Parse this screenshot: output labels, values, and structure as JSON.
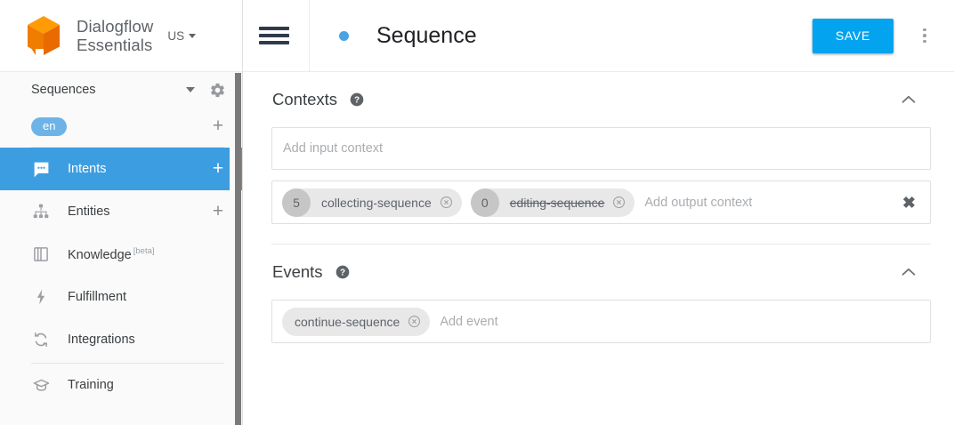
{
  "brand": {
    "name_line1": "Dialogflow",
    "name_line2": "Essentials",
    "region": "US",
    "logo_color_top": "#ff9800",
    "logo_color_left": "#f57c00",
    "logo_color_right": "#ef6c00"
  },
  "sidebar": {
    "agent_name": "Sequences",
    "language_chip": "en",
    "add_language_label": "+",
    "items": [
      {
        "label": "Intents",
        "icon": "speech-bubble-icon",
        "active": true,
        "has_add": true,
        "add_label": "+"
      },
      {
        "label": "Entities",
        "icon": "hierarchy-icon",
        "active": false,
        "has_add": true,
        "add_label": "+"
      },
      {
        "label": "Knowledge",
        "icon": "book-icon",
        "active": false,
        "has_add": false,
        "badge": "[beta]"
      },
      {
        "label": "Fulfillment",
        "icon": "lightning-bolt-icon",
        "active": false,
        "has_add": false
      },
      {
        "label": "Integrations",
        "icon": "sync-arrows-icon",
        "active": false,
        "has_add": false
      },
      {
        "label": "Training",
        "icon": "graduation-cap-icon",
        "active": false,
        "has_add": false
      }
    ],
    "active_color": "#3c9ee0",
    "chip_color": "#6eb3e8"
  },
  "topbar": {
    "menu_icon": "hamburger-icon",
    "status_dot_color": "#4aa3e3",
    "title": "Sequence",
    "save_label": "SAVE",
    "save_color": "#03a3f0",
    "more_icon": "kebab-menu-icon"
  },
  "contexts": {
    "title": "Contexts",
    "help_icon": "help-circle-icon",
    "collapse_icon": "chevron-up-icon",
    "input_placeholder": "Add input context",
    "output_placeholder": "Add output context",
    "clear_label": "✖",
    "output_chips": [
      {
        "lifespan": "5",
        "label": "collecting-sequence",
        "struck": false,
        "remove_icon": "chip-remove-icon"
      },
      {
        "lifespan": "0",
        "label": "editing-sequence",
        "struck": true,
        "remove_icon": "chip-remove-icon"
      }
    ]
  },
  "events": {
    "title": "Events",
    "help_icon": "help-circle-icon",
    "collapse_icon": "chevron-up-icon",
    "placeholder": "Add event",
    "chips": [
      {
        "label": "continue-sequence",
        "remove_icon": "chip-remove-icon"
      }
    ]
  }
}
